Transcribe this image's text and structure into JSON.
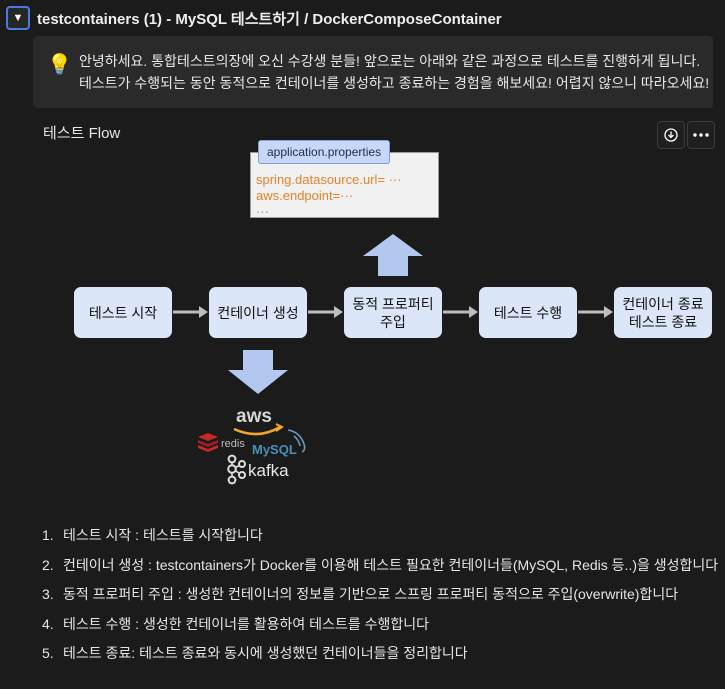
{
  "header": {
    "title": "testcontainers (1) - MySQL 테스트하기 / DockerComposeContainer"
  },
  "callout": {
    "icon": "💡",
    "line1": "안녕하세요. 통합테스트의장에 오신 수강생 분들! 앞으로는 아래와 같은 과정으로 테스트를 진행하게 됩니다.",
    "line2": "테스트가 수행되는 동안 동적으로 컨테이너를 생성하고 종료하는 경험을 해보세요! 어렵지 않으니 따라오세요!"
  },
  "diagram": {
    "title": "테스트 Flow",
    "properties": {
      "tag": "application.properties",
      "line1": "spring.datasource.url= ···",
      "line2": "aws.endpoint=···",
      "line3": "···"
    },
    "boxes": [
      {
        "line1": "테스트 시작",
        "line2": ""
      },
      {
        "line1": "컨테이너 생성",
        "line2": ""
      },
      {
        "line1": "동적 프로퍼티",
        "line2": "주입"
      },
      {
        "line1": "테스트 수행",
        "line2": ""
      },
      {
        "line1": "컨테이너 종료",
        "line2": "테스트 종료"
      }
    ],
    "logos": {
      "aws": "aws",
      "redis": "redis",
      "mysql": "MySQL",
      "kafka": "kafka"
    }
  },
  "actions": {
    "download_icon": "download-icon",
    "more_icon": "more-icon"
  },
  "steps": [
    {
      "num": "1.",
      "text": "테스트 시작 : 테스트를 시작합니다"
    },
    {
      "num": "2.",
      "text": "컨테이너 생성 : testcontainers가 Docker를 이용해 테스트 필요한 컨테이너들(MySQL, Redis 등..)을 생성합니다"
    },
    {
      "num": "3.",
      "text": "동적 프로퍼티 주입 : 생성한 컨테이너의 정보를 기반으로 스프링 프로퍼티 동적으로 주입(overwrite)합니다"
    },
    {
      "num": "4.",
      "text": "테스트 수행 : 생성한 컨테이너를 활용하여 테스트를 수행합니다"
    },
    {
      "num": "5.",
      "text": "테스트 종료: 테스트 종료와 동시에 생성했던 컨테이너들을 정리합니다"
    }
  ]
}
